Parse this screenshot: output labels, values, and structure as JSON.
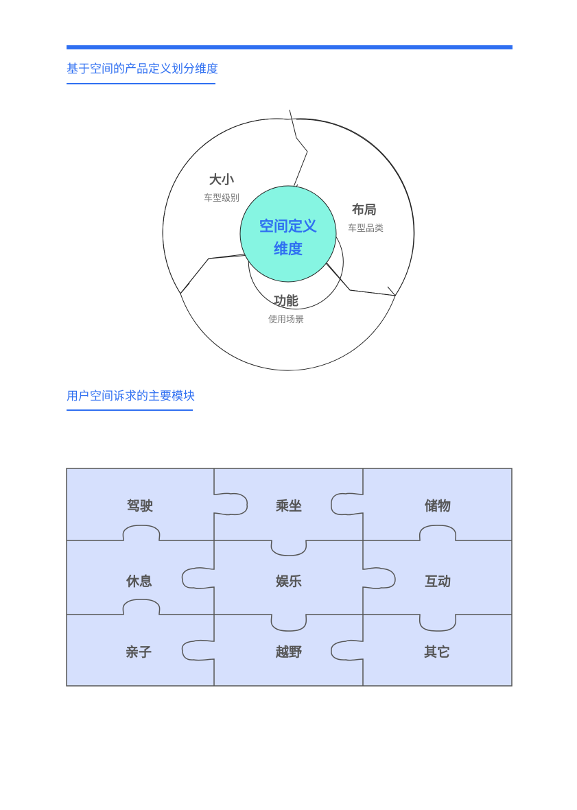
{
  "section1": {
    "title": "基于空间的产品定义划分维度"
  },
  "cycle": {
    "hub_line1": "空间定义",
    "hub_line2": "维度",
    "segments": [
      {
        "title": "大小",
        "subtitle": "车型级别"
      },
      {
        "title": "布局",
        "subtitle": "车型品类"
      },
      {
        "title": "功能",
        "subtitle": "使用场景"
      }
    ],
    "colors": {
      "hub_fill": "#86f5e2",
      "hub_text": "#2f6ff1",
      "stroke": "#222222"
    }
  },
  "section2": {
    "title": "用户空间诉求的主要模块"
  },
  "puzzle": {
    "rows": [
      [
        "驾驶",
        "乘坐",
        "储物"
      ],
      [
        "休息",
        "娱乐",
        "互动"
      ],
      [
        "亲子",
        "越野",
        "其它"
      ]
    ],
    "colors": {
      "fill": "#d6e0fd",
      "stroke": "#555555"
    }
  },
  "colors": {
    "accent": "#2f6ff1"
  }
}
